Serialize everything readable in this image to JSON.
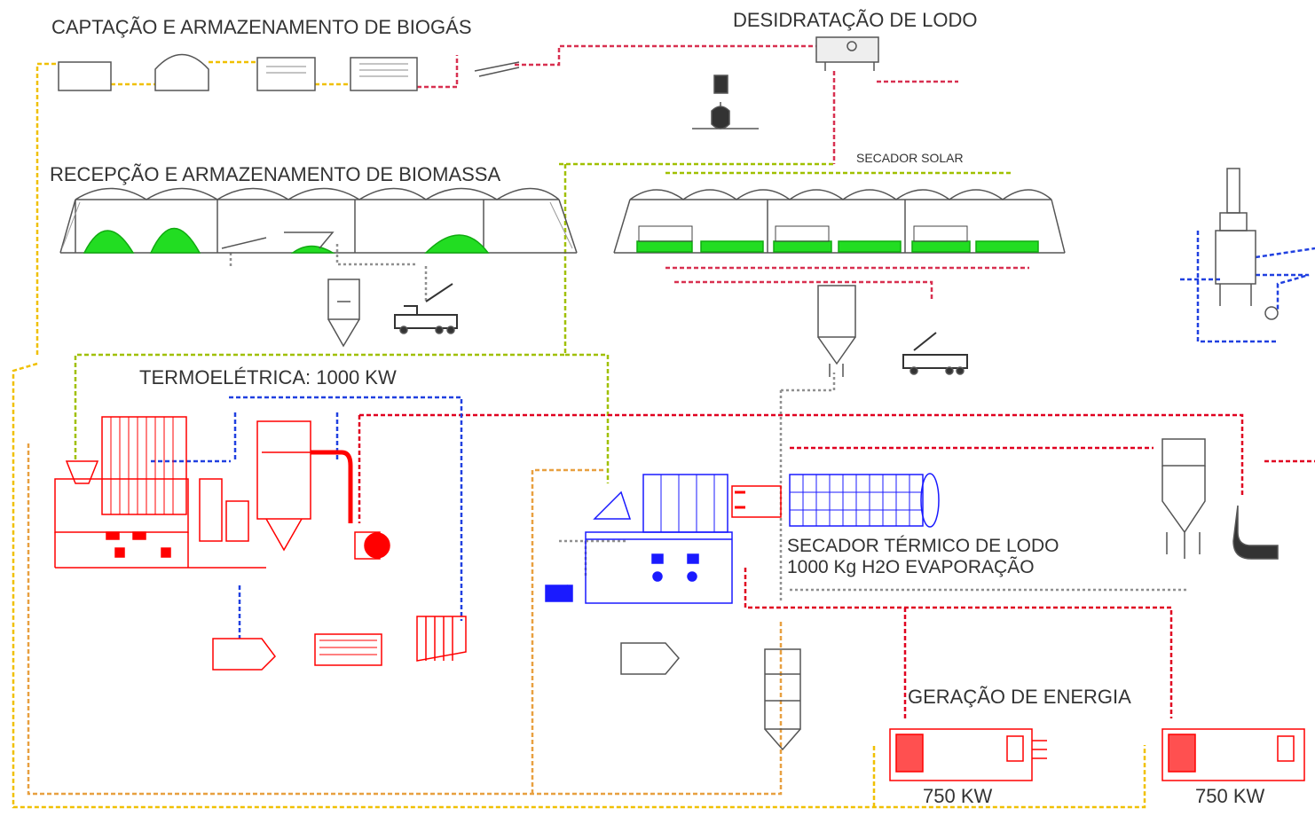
{
  "labels": {
    "biogas": "CAPTAÇÃO E ARMAZENAMENTO DE BIOGÁS",
    "sludge_dewatering": "DESIDRATAÇÃO DE LODO",
    "biomass": "RECEPÇÃO E ARMAZENAMENTO DE BIOMASSA",
    "solar_dryer": "SECADOR SOLAR",
    "thermoelectric": "TERMOELÉTRICA: 1000 KW",
    "thermal_dryer_line1": "SECADOR TÉRMICO DE LODO",
    "thermal_dryer_line2": "1000 Kg H2O EVAPORAÇÃO",
    "energy_generation": "GERAÇÃO DE ENERGIA",
    "generator_1": "750 KW",
    "generator_2": "750 KW"
  },
  "colors": {
    "yellow_line": "#f0c000",
    "orange_line": "#e8a040",
    "red_line": "#e00020",
    "pink_line": "#e05060",
    "blue_line": "#2040e0",
    "green_line": "#a0c000",
    "plant_red": "#ff0000",
    "plant_blue": "#1a1aff",
    "biomass_green": "#22dd22",
    "equipment_gray": "#555555"
  }
}
